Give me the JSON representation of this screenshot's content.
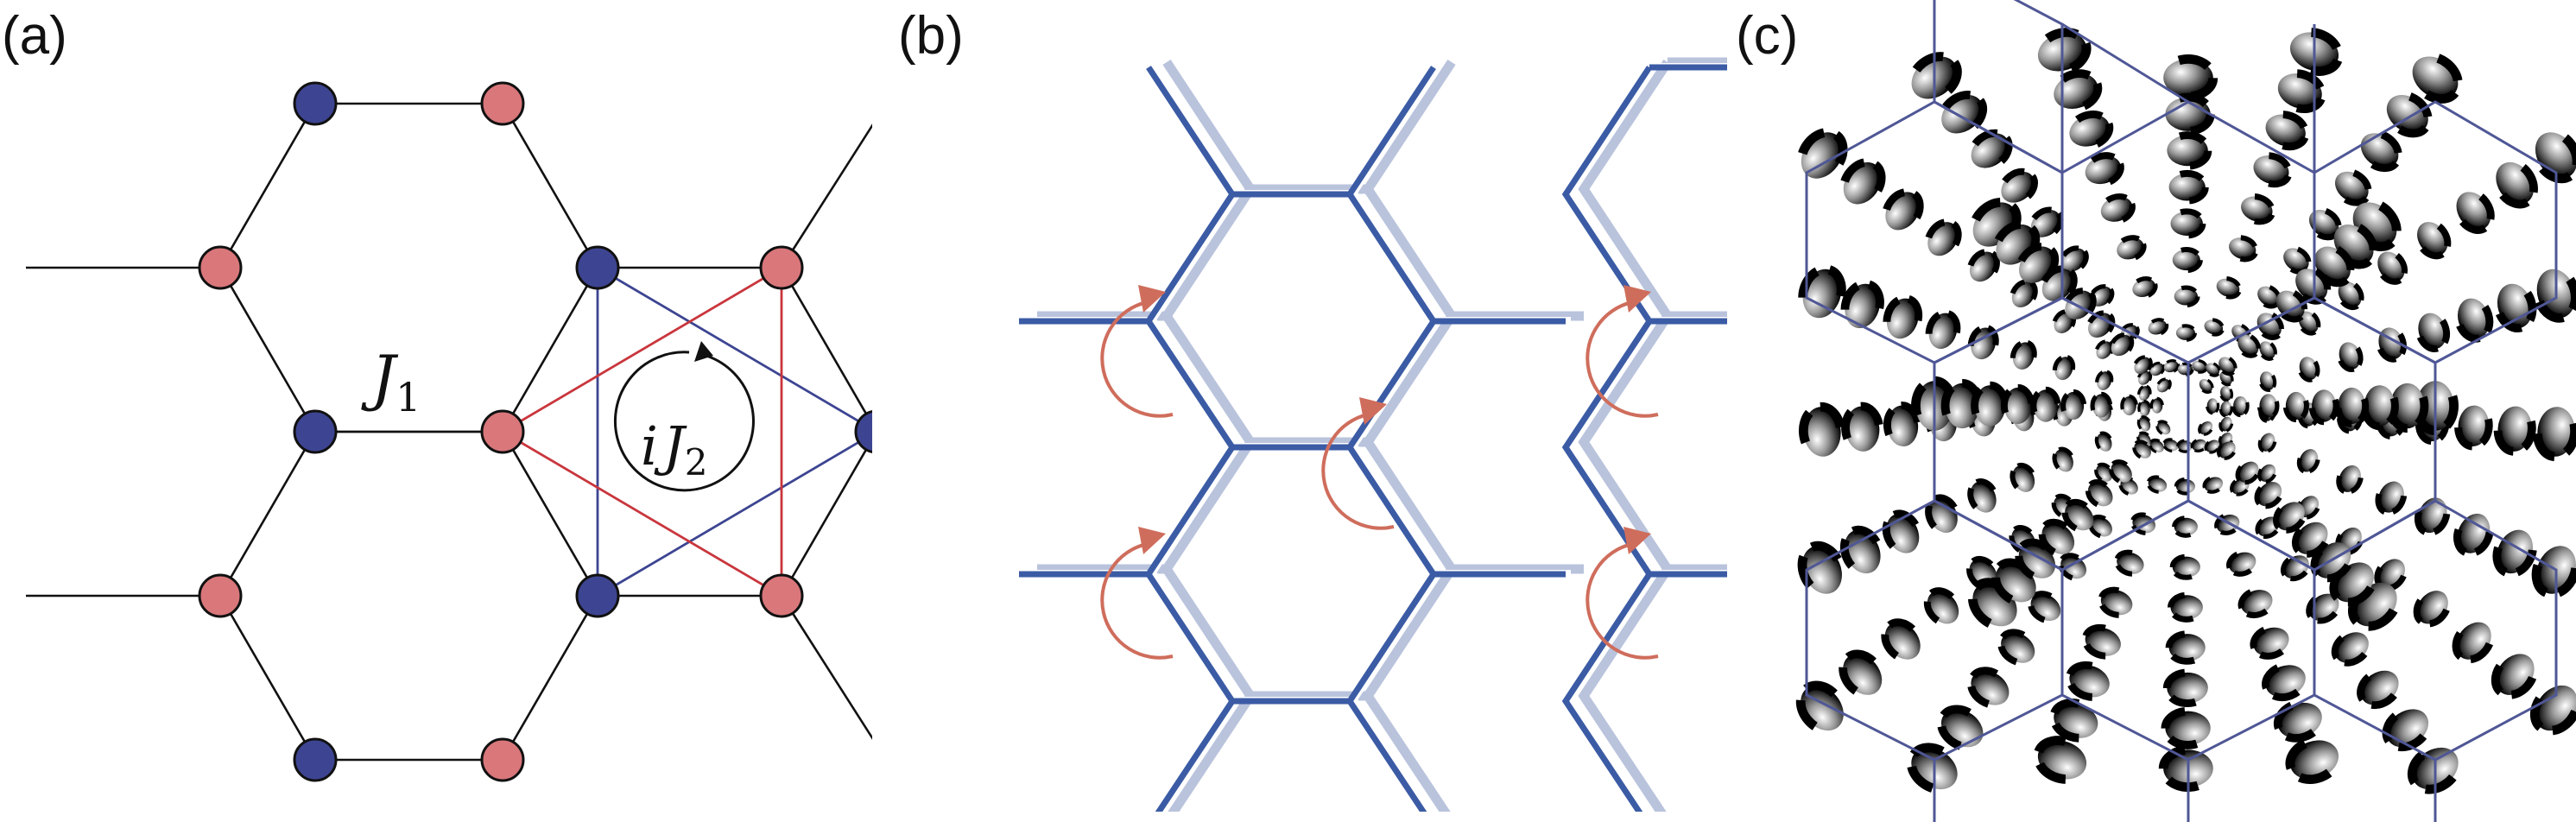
{
  "panels": {
    "a": {
      "label": "(a)",
      "j1_main": "J",
      "j1_sub": "1",
      "j2_prefix": "i",
      "j2_main": "J",
      "j2_sub": "2"
    },
    "b": {
      "label": "(b)"
    },
    "c": {
      "label": "(c)"
    }
  },
  "colors": {
    "site_blue": "#3d4592",
    "site_red": "#d9777b",
    "bond_black": "#111111",
    "nnn_blue": "#3d4592",
    "nnn_red": "#c9363d",
    "lattice_blue": "#3b5ba5",
    "lattice_shadow": "#b9c3dc",
    "arrow_red": "#cf6d5c",
    "grid_c": "#4f5796"
  }
}
